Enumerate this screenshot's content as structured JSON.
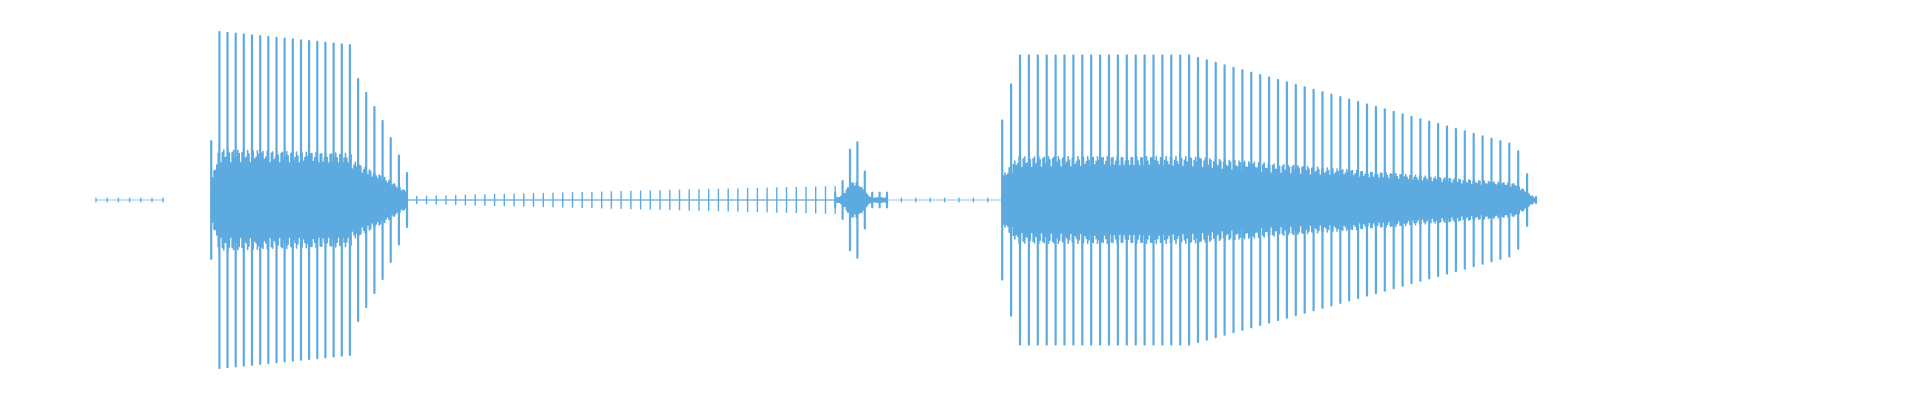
{
  "waveform": {
    "color": "#5DAAE0",
    "background": "#FFFFFF",
    "amplitude_scale": [
      0,
      1
    ],
    "segments": [
      {
        "name": "faint-start",
        "start": 0.05,
        "end": 0.085,
        "peak": 0.01,
        "shape": "flat",
        "cycles": 6
      },
      {
        "name": "burst-1",
        "start": 0.11,
        "end": 0.212,
        "peak": 1.0,
        "shape": "attack-hold-decay",
        "cycles": 24
      },
      {
        "name": "tail-1",
        "start": 0.212,
        "end": 0.435,
        "peak": 0.08,
        "shape": "ramp-up",
        "cycles": 44
      },
      {
        "name": "blip",
        "start": 0.435,
        "end": 0.462,
        "peak": 0.36,
        "shape": "bell",
        "cycles": 7
      },
      {
        "name": "tick-line",
        "start": 0.462,
        "end": 0.522,
        "peak": 0.01,
        "shape": "flat",
        "cycles": 8
      },
      {
        "name": "burst-2",
        "start": 0.522,
        "end": 0.8,
        "peak": 0.86,
        "shape": "plateau-fade",
        "cycles": 60
      }
    ]
  }
}
